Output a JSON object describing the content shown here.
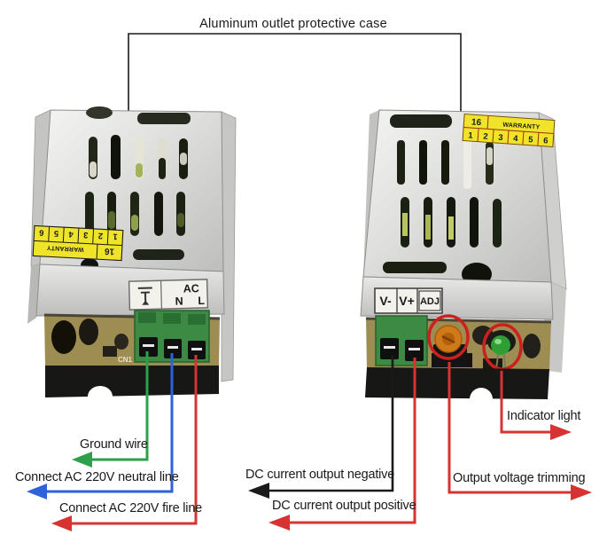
{
  "title": "Aluminum  outlet protective case",
  "left_unit": {
    "sticker": {
      "year": "16",
      "brand": "WARRANTY",
      "cells": [
        "1",
        "2",
        "3",
        "4",
        "5",
        "6"
      ]
    },
    "panel": {
      "ac": "AC",
      "neutral": "N",
      "live": "L"
    },
    "pcb_ref": "CN1",
    "callouts": {
      "ground": "Ground wire",
      "neutral": "Connect AC 220V neutral line",
      "fire": "Connect AC 220V fire line"
    }
  },
  "right_unit": {
    "sticker": {
      "year": "16",
      "brand": "WARRANTY",
      "cells": [
        "1",
        "2",
        "3",
        "4",
        "5",
        "6"
      ]
    },
    "panel": {
      "vminus": "V-",
      "vplus": "V+",
      "adj": "ADJ"
    },
    "callouts": {
      "dc_negative": "DC current output negative",
      "dc_positive": "DC current output positive",
      "trimming": "Output voltage trimming",
      "indicator": "Indicator light"
    }
  },
  "colors": {
    "ground_wire": "#2ca04a",
    "neutral_wire": "#2e62d9",
    "fire_wire": "#d63333",
    "dc_negative": "#1a1a1a",
    "annotation_red": "#d63333",
    "highlight_circle": "#cc2020",
    "sticker_yellow": "#f0e42a",
    "panel_red_text": "#c03333"
  }
}
